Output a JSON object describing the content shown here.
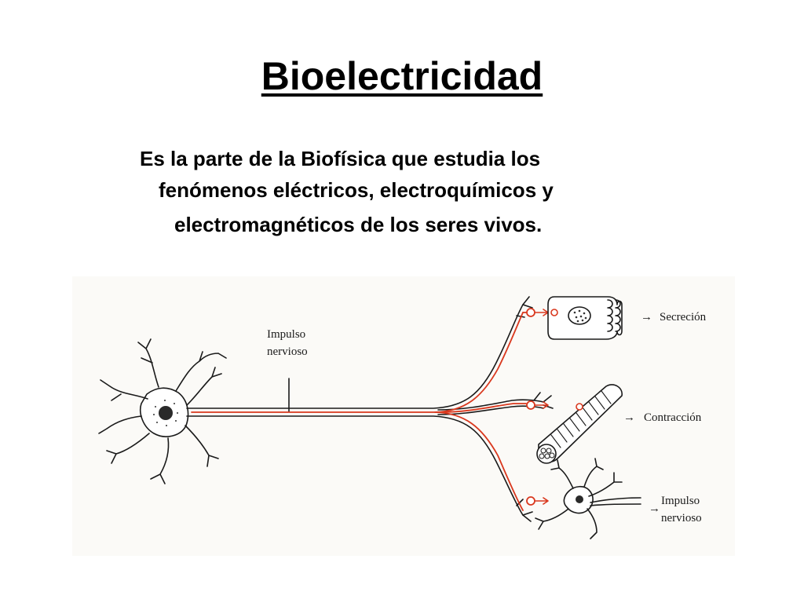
{
  "slide": {
    "title": "Bioelectricidad",
    "definition": {
      "line1": "Es la parte de la Biofísica que estudia los",
      "line2": "fenómenos eléctricos, electroquímicos y",
      "line3": "electromagnéticos de los seres vivos."
    }
  },
  "figure": {
    "impulse_label": [
      "Impulso",
      "nervioso"
    ],
    "outputs": {
      "secretion": "Secreción",
      "contraction": "Contracción",
      "impulse": [
        "Impulso",
        "nervioso"
      ]
    },
    "arrow_glyph": "→",
    "colors": {
      "signal": "#d9381e",
      "ink": "#1a1a1a",
      "background": "#fbfaf7"
    }
  }
}
